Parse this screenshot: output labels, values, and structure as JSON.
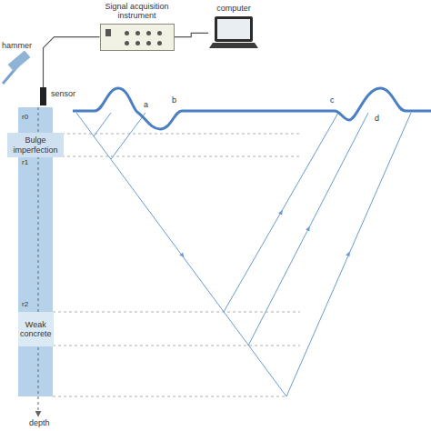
{
  "diagram": {
    "nodes": [
      {
        "text": [
          "Signal acquisition instrument"
        ]
      },
      {
        "text": [
          "computer"
        ]
      },
      {
        "text": [
          "sensor"
        ]
      },
      {
        "text": [
          "Bulge imperfection"
        ]
      },
      {
        "text": [
          "Weak concrete"
        ]
      }
    ],
    "edges": [
      {
        "from": 2,
        "to": 0,
        "arrow": "none"
      },
      {
        "from": 0,
        "to": 1,
        "arrow": "none"
      }
    ],
    "labels": [
      "hammer",
      "r0",
      "r1",
      "r2",
      "a",
      "b",
      "c",
      "d",
      "depth"
    ]
  }
}
